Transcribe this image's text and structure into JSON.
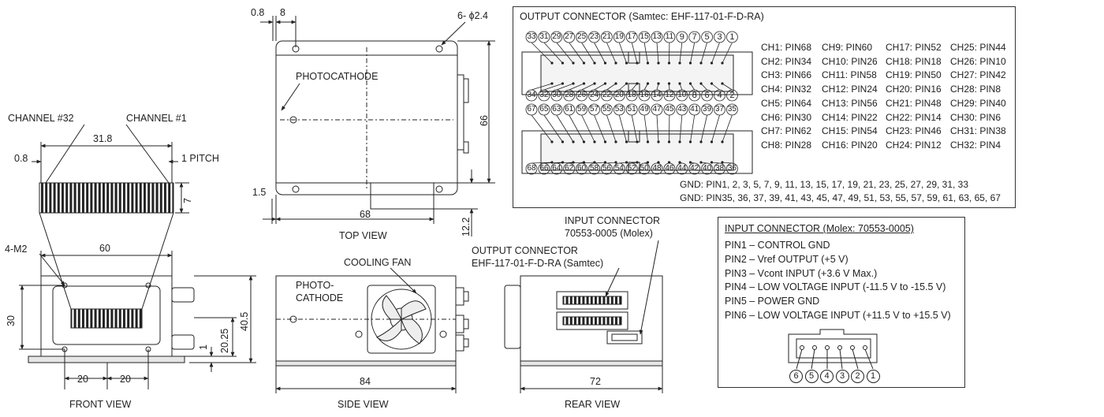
{
  "views": {
    "front": "FRONT VIEW",
    "top": "TOP VIEW",
    "side": "SIDE VIEW",
    "rear": "REAR VIEW"
  },
  "labels": {
    "channel32": "CHANNEL #32",
    "channel1": "CHANNEL #1",
    "one_pitch": "1 PITCH",
    "m2": "4-M2",
    "holes": "6- ϕ2.4",
    "photocathode": "PHOTOCATHODE",
    "photo": "PHOTO-",
    "cathode": "CATHODE",
    "cooling_fan": "COOLING FAN",
    "in_conn_1": "INPUT CONNECTOR",
    "in_conn_2": "70553-0005 (Molex)",
    "out_conn_1": "OUTPUT CONNECTOR",
    "out_conn_2": "EHF-117-01-F-D-RA (Samtec)"
  },
  "dims": {
    "d08a": "0.8",
    "d8": "8",
    "d318": "31.8",
    "d08b": "0.8",
    "d7": "7",
    "d60": "60",
    "d30": "30",
    "d2025": "20.25",
    "d405": "40.5",
    "d1": "1",
    "d20a": "20",
    "d20b": "20",
    "d66": "66",
    "d15": "1.5",
    "d68": "68",
    "d122": "12.2",
    "d84": "84",
    "d72": "72"
  },
  "output_connector": {
    "title": "OUTPUT CONNECTOR (Samtec: EHF-117-01-F-D-RA)",
    "row1": [
      "33",
      "31",
      "29",
      "27",
      "25",
      "23",
      "21",
      "19",
      "17",
      "15",
      "13",
      "11",
      "9",
      "7",
      "5",
      "3",
      "1"
    ],
    "row2": [
      "34",
      "32",
      "30",
      "28",
      "26",
      "24",
      "22",
      "20",
      "18",
      "16",
      "14",
      "12",
      "10",
      "8",
      "6",
      "4",
      "2"
    ],
    "row3": [
      "67",
      "65",
      "63",
      "61",
      "59",
      "57",
      "55",
      "53",
      "51",
      "49",
      "47",
      "45",
      "43",
      "41",
      "39",
      "37",
      "35"
    ],
    "row4": [
      "68",
      "66",
      "64",
      "62",
      "60",
      "58",
      "56",
      "54",
      "52",
      "50",
      "48",
      "46",
      "44",
      "42",
      "40",
      "38",
      "36"
    ],
    "channels": [
      [
        "CH1: PIN68",
        "CH9: PIN60",
        "CH17: PIN52",
        "CH25: PIN44"
      ],
      [
        "CH2: PIN34",
        "CH10: PIN26",
        "CH18: PIN18",
        "CH26: PIN10"
      ],
      [
        "CH3: PIN66",
        "CH11: PIN58",
        "CH19: PIN50",
        "CH27: PIN42"
      ],
      [
        "CH4: PIN32",
        "CH12: PIN24",
        "CH20: PIN16",
        "CH28: PIN8"
      ],
      [
        "CH5: PIN64",
        "CH13: PIN56",
        "CH21: PIN48",
        "CH29: PIN40"
      ],
      [
        "CH6: PIN30",
        "CH14: PIN22",
        "CH22: PIN14",
        "CH30: PIN6"
      ],
      [
        "CH7: PIN62",
        "CH15: PIN54",
        "CH23: PIN46",
        "CH31: PIN38"
      ],
      [
        "CH8: PIN28",
        "CH16: PIN20",
        "CH24: PIN12",
        "CH32: PIN4"
      ]
    ],
    "gnd1": "GND: PIN1, 2, 3, 5, 7, 9, 11, 13, 15, 17, 19, 21, 23, 25, 27, 29, 31, 33",
    "gnd2": "GND: PIN35, 36, 37, 39, 41, 43, 45, 47, 49, 51, 53, 55, 57, 59, 61, 63, 65, 67"
  },
  "input_connector": {
    "title": "INPUT CONNECTOR (Molex: 70553-0005)",
    "pins": [
      "PIN1 – CONTROL GND",
      "PIN2 – Vref OUTPUT (+5 V)",
      "PIN3 – Vcont INPUT (+3.6 V Max.)",
      "PIN4 – LOW VOLTAGE INPUT (-11.5 V to -15.5 V)",
      "PIN5 – POWER GND",
      "PIN6 – LOW VOLTAGE INPUT (+11.5 V to +15.5 V)"
    ],
    "pin_numbers": [
      "6",
      "5",
      "4",
      "3",
      "2",
      "1"
    ]
  }
}
